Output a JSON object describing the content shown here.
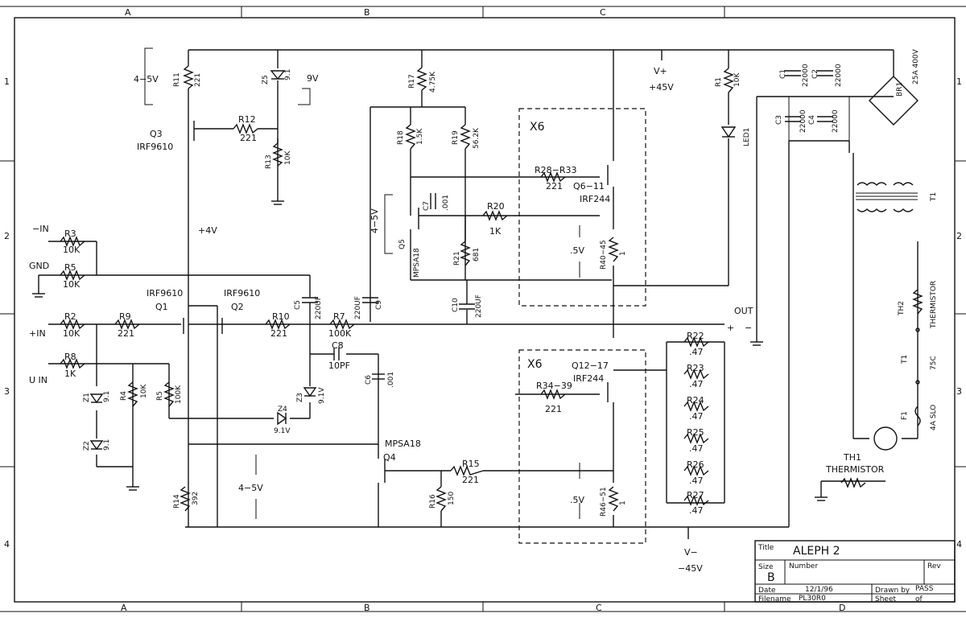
{
  "border": {
    "columns_top": [
      "A",
      "B",
      "C"
    ],
    "columns_bottom": [
      "A",
      "B",
      "C",
      "D"
    ],
    "rows": [
      "1",
      "2",
      "3",
      "4"
    ]
  },
  "labels": {
    "minus_in": "−IN",
    "gnd": "GND",
    "plus_in": "+IN",
    "u_in": "U IN",
    "plus_4v": "+4V",
    "out": "OUT",
    "vplus": "V+",
    "vplus_val": "+45V",
    "vminus": "V−",
    "vminus_val": "−45V",
    "bracket_4_5v_a": "4−5V",
    "bracket_9v": "9V",
    "bracket_4_5v_b": "4−5V",
    "bracket_4_5v_c": "4−5V",
    "half_v_a": ".5V",
    "half_v_b": ".5V",
    "x6_a": "X6",
    "x6_b": "X6",
    "plus_sign": "+",
    "minus_sign": "−"
  },
  "components": {
    "R11": {
      "name": "R11",
      "value": "221"
    },
    "Z5": {
      "name": "Z5",
      "value": "9.1"
    },
    "Q3": {
      "name": "Q3",
      "value": "IRF9610"
    },
    "R12": {
      "name": "R12",
      "value": "221"
    },
    "R13": {
      "name": "R13",
      "value": "10K"
    },
    "R17": {
      "name": "R17",
      "value": "4.75K"
    },
    "R18": {
      "name": "R18",
      "value": "1.5K"
    },
    "R19": {
      "name": "R19",
      "value": "56.2K"
    },
    "C7": {
      "name": "C7",
      "value": ".001"
    },
    "Q5": {
      "name": "Q5",
      "value": "MPSA18"
    },
    "R20": {
      "name": "R20",
      "value": "1K"
    },
    "R21": {
      "name": "R21",
      "value": "681"
    },
    "R28": {
      "name": "R28−R33",
      "value": "221"
    },
    "Q6": {
      "name": "Q6−11",
      "value": "IRF244"
    },
    "R40": {
      "name": "R40−45",
      "value": "1"
    },
    "R1": {
      "name": "R1",
      "value": "10K"
    },
    "LED1": {
      "name": "LED1"
    },
    "C1": {
      "name": "C1",
      "value": "22000"
    },
    "C2": {
      "name": "C2",
      "value": "22000"
    },
    "C3": {
      "name": "C3",
      "value": "22000"
    },
    "C4": {
      "name": "C4",
      "value": "22000"
    },
    "BR1": {
      "name": "BR1",
      "value": "25A 400V"
    },
    "T1": {
      "name": "T1"
    },
    "R3": {
      "name": "R3",
      "value": "10K"
    },
    "R5a": {
      "name": "R5",
      "value": "10K"
    },
    "R2": {
      "name": "R2",
      "value": "10K"
    },
    "R9": {
      "name": "R9",
      "value": "221"
    },
    "Q1": {
      "name": "Q1",
      "value": "IRF9610"
    },
    "Q2": {
      "name": "Q2",
      "value": "IRF9610"
    },
    "R10": {
      "name": "R10",
      "value": "221"
    },
    "C5": {
      "name": "C5",
      "value": "220UF"
    },
    "R7": {
      "name": "R7",
      "value": "100K"
    },
    "C9": {
      "name": "C9",
      "value": "220UF"
    },
    "C10": {
      "name": "C10",
      "value": "220UF"
    },
    "R8": {
      "name": "R8",
      "value": "1K"
    },
    "Z1": {
      "name": "Z1",
      "value": "9.1"
    },
    "Z2": {
      "name": "Z2",
      "value": "9.1"
    },
    "R4": {
      "name": "R4",
      "value": "10K"
    },
    "R5b": {
      "name": "R5",
      "value": "100K"
    },
    "C8": {
      "name": "C8",
      "value": "10PF"
    },
    "Z3": {
      "name": "Z3",
      "value": "9.1V"
    },
    "Z4": {
      "name": "Z4",
      "value": "9.1V"
    },
    "C6": {
      "name": "C6",
      "value": ".001"
    },
    "Q4": {
      "name": "Q4",
      "value": "MPSA18"
    },
    "R14": {
      "name": "R14",
      "value": "392"
    },
    "R15": {
      "name": "R15",
      "value": "221"
    },
    "R16": {
      "name": "R16",
      "value": "150"
    },
    "R34": {
      "name": "R34−39",
      "value": "221"
    },
    "Q12": {
      "name": "Q12−17",
      "value": "IRF244"
    },
    "R46": {
      "name": "R46−51",
      "value": "1"
    },
    "R22": {
      "name": "R22",
      "value": ".47"
    },
    "R23": {
      "name": "R23",
      "value": ".47"
    },
    "R24": {
      "name": "R24",
      "value": ".47"
    },
    "R25": {
      "name": "R25",
      "value": ".47"
    },
    "R26": {
      "name": "R26",
      "value": ".47"
    },
    "R27": {
      "name": "R27",
      "value": ".47"
    },
    "TH2": {
      "name": "TH2",
      "value": "THERMISTOR"
    },
    "T1b": {
      "name": "T1",
      "value": "75C"
    },
    "F1": {
      "name": "F1",
      "value": "4A SLO"
    },
    "TH1": {
      "name": "TH1",
      "value": "THERMISTOR"
    }
  },
  "title_block": {
    "title_label": "Title",
    "title": "ALEPH 2",
    "size_label": "Size",
    "size": "B",
    "number_label": "Number",
    "rev_label": "Rev",
    "date_label": "Date",
    "date": "12/1/96",
    "drawn_by_label": "Drawn by",
    "drawn_by": "PASS",
    "filename_label": "Filename",
    "filename": "PL30R0",
    "sheet_label": "Sheet",
    "of_label": "of"
  }
}
